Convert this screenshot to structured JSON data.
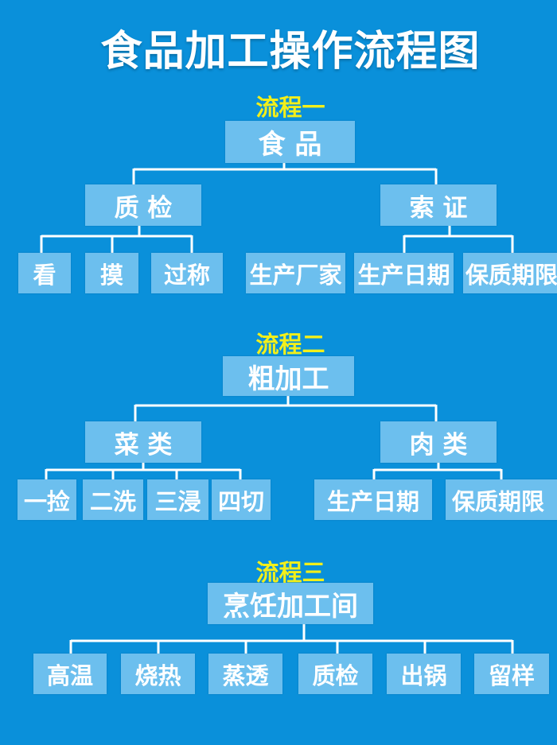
{
  "title": "食品加工操作流程图",
  "colors": {
    "background": "#0a90da",
    "box": "#6cbfee",
    "label": "#f2ef1a",
    "text": "#ffffff"
  },
  "flows": [
    {
      "label": "流程一",
      "root": "食 品",
      "branches": [
        {
          "name": "质 检",
          "children": [
            "看",
            "摸",
            "过称"
          ]
        },
        {
          "name": "索 证",
          "children": [
            "生产厂家",
            "生产日期",
            "保质期限"
          ]
        }
      ]
    },
    {
      "label": "流程二",
      "root": "粗加工",
      "branches": [
        {
          "name": "菜 类",
          "children": [
            "一捡",
            "二洗",
            "三浸",
            "四切"
          ]
        },
        {
          "name": "肉 类",
          "children": [
            "生产日期",
            "保质期限"
          ]
        }
      ]
    },
    {
      "label": "流程三",
      "root": "烹饪加工间",
      "children": [
        "高温",
        "烧热",
        "蒸透",
        "质检",
        "出锅",
        "留样"
      ]
    }
  ]
}
